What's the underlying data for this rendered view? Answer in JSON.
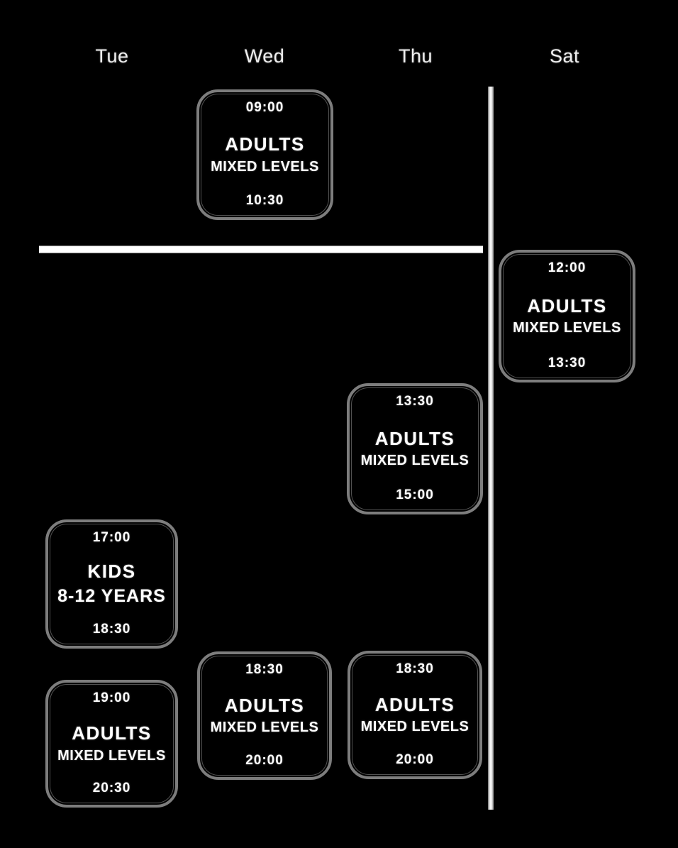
{
  "header": {
    "days": [
      {
        "label": "Tue"
      },
      {
        "label": "Wed"
      },
      {
        "label": "Thu"
      },
      {
        "label": "Sat"
      }
    ]
  },
  "classes": [
    {
      "day": "Wed",
      "start_time": "09:00",
      "end_time": "10:30",
      "title": "ADULTS",
      "subtitle": "MIXED LEVELS"
    },
    {
      "day": "Sat",
      "start_time": "12:00",
      "end_time": "13:30",
      "title": "ADULTS",
      "subtitle": "MIXED LEVELS"
    },
    {
      "day": "Thu",
      "start_time": "13:30",
      "end_time": "15:00",
      "title": "ADULTS",
      "subtitle": "MIXED LEVELS"
    },
    {
      "day": "Tue",
      "start_time": "17:00",
      "end_time": "18:30",
      "title": "KIDS",
      "subtitle": "8-12 YEARS"
    },
    {
      "day": "Tue",
      "start_time": "19:00",
      "end_time": "20:30",
      "title": "ADULTS",
      "subtitle": "MIXED LEVELS"
    },
    {
      "day": "Wed",
      "start_time": "18:30",
      "end_time": "20:00",
      "title": "ADULTS",
      "subtitle": "MIXED LEVELS"
    },
    {
      "day": "Thu",
      "start_time": "18:30",
      "end_time": "20:00",
      "title": "ADULTS",
      "subtitle": "MIXED LEVELS"
    }
  ],
  "colors": {
    "background": "#000000",
    "card_border": "#7d7d7d",
    "text": "#ffffff",
    "divider": "#ffffff"
  }
}
